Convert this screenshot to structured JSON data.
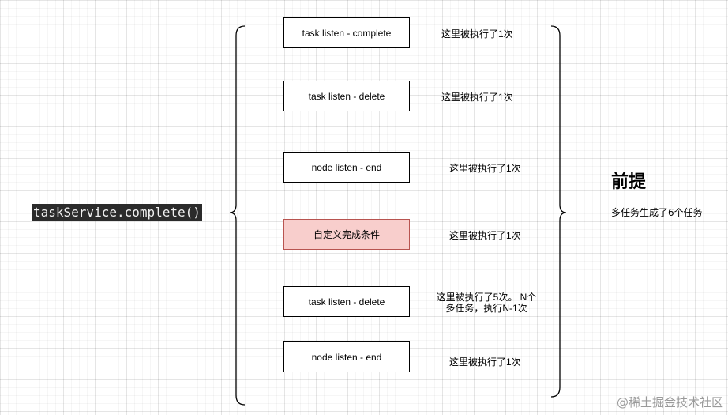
{
  "code": {
    "call": "taskService.complete()"
  },
  "steps": [
    {
      "label": "task listen - complete",
      "note": "这里被执行了1次"
    },
    {
      "label": "task listen - delete",
      "note": "这里被执行了1次"
    },
    {
      "label": "node listen - end",
      "note": "这里被执行了1次"
    },
    {
      "label": "自定义完成条件",
      "note": "这里被执行了1次"
    },
    {
      "label": "task listen - delete",
      "note_line1": "这里被执行了5次。 N个",
      "note_line2": "多任务，执行N-1次"
    },
    {
      "label": "node listen - end",
      "note": "这里被执行了1次"
    }
  ],
  "premise": {
    "title": "前提",
    "description": "多任务生成了6个任务"
  },
  "watermark": "@稀土掘金技术社区",
  "colors": {
    "custom_fill": "#f8cecc",
    "custom_border": "#b85450",
    "code_background": "#2b2b2b"
  }
}
